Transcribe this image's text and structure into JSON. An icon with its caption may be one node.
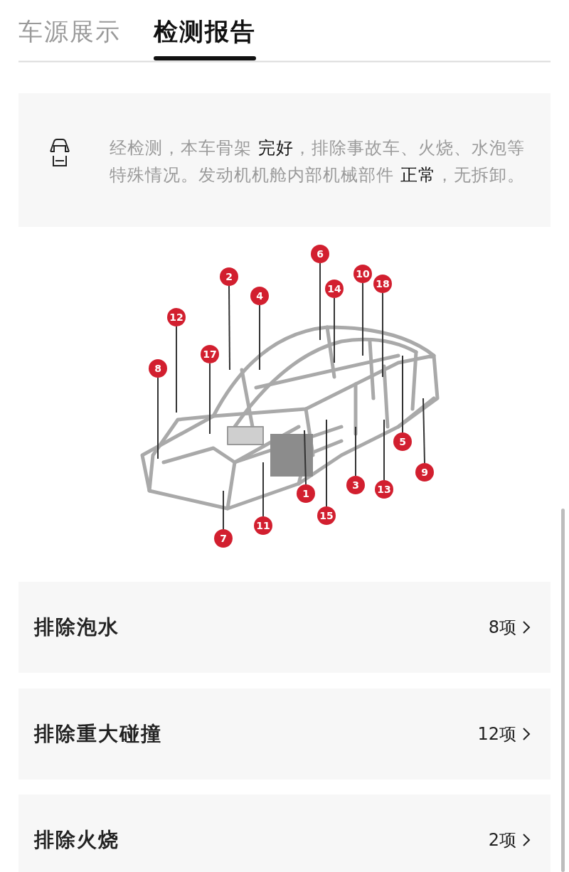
{
  "diagram": {
    "nodes": [
      {
        "text": [
          "经检测，本车骨架 **完好**，排除事故车、火烧、水泡等特殊情况。发动机机舱内部机械部件 **正常**，无拆卸。"
        ]
      },
      {
        "text": [
          "1"
        ]
      },
      {
        "text": [
          "2"
        ]
      },
      {
        "text": [
          "3"
        ]
      },
      {
        "text": [
          "4"
        ]
      },
      {
        "text": [
          "5"
        ]
      },
      {
        "text": [
          "6"
        ]
      },
      {
        "text": [
          "7"
        ]
      },
      {
        "text": [
          "8"
        ]
      },
      {
        "text": [
          "9"
        ]
      },
      {
        "text": [
          "10"
        ]
      },
      {
        "text": [
          "11"
        ]
      },
      {
        "text": [
          "12"
        ]
      },
      {
        "text": [
          "13"
        ]
      },
      {
        "text": [
          "14"
        ]
      },
      {
        "text": [
          "15"
        ]
      },
      {
        "text": [
          "17"
        ]
      },
      {
        "text": [
          "18"
        ]
      },
      {
        "text": [
          "排除泡水",
          "8项"
        ]
      },
      {
        "text": [
          "排除重大碰撞",
          "12项"
        ]
      },
      {
        "text": [
          "排除火烧",
          "2项"
        ]
      }
    ],
    "edges": [
      {
        "from": 1,
        "to": null,
        "arrow": "none"
      },
      {
        "from": 2,
        "to": null,
        "arrow": "none"
      },
      {
        "from": 3,
        "to": null,
        "arrow": "none"
      },
      {
        "from": 4,
        "to": null,
        "arrow": "none"
      },
      {
        "from": 5,
        "to": null,
        "arrow": "none"
      },
      {
        "from": 6,
        "to": null,
        "arrow": "none"
      },
      {
        "from": 7,
        "to": null,
        "arrow": "none"
      },
      {
        "from": 8,
        "to": null,
        "arrow": "none"
      },
      {
        "from": 9,
        "to": null,
        "arrow": "none"
      },
      {
        "from": 10,
        "to": null,
        "arrow": "none"
      },
      {
        "from": 11,
        "to": null,
        "arrow": "none"
      },
      {
        "from": 12,
        "to": null,
        "arrow": "none"
      },
      {
        "from": 13,
        "to": null,
        "arrow": "none"
      },
      {
        "from": 14,
        "to": null,
        "arrow": "none"
      },
      {
        "from": 15,
        "to": null,
        "arrow": "none"
      },
      {
        "from": 16,
        "to": null,
        "arrow": "none"
      },
      {
        "from": 17,
        "to": null,
        "arrow": "none"
      }
    ],
    "labels": [
      "车源展示",
      "检测报告"
    ]
  }
}
